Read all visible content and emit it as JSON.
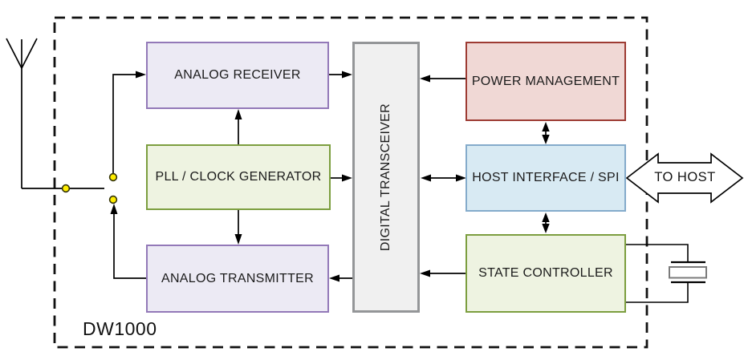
{
  "diagram": {
    "chip_label": "DW1000",
    "blocks": {
      "analog_receiver": {
        "label": "ANALOG RECEIVER",
        "fill": "#ECEAF4",
        "border": "#9379B8"
      },
      "pll_clock_generator": {
        "label": "PLL / CLOCK GENERATOR",
        "fill": "#EEF3E1",
        "border": "#7C9E3F"
      },
      "analog_transmitter": {
        "label": "ANALOG TRANSMITTER",
        "fill": "#ECEAF4",
        "border": "#9379B8"
      },
      "digital_transceiver": {
        "label": "DIGITAL TRANSCEIVER",
        "fill": "#F0F0F0",
        "border": "#949698"
      },
      "power_management": {
        "label": "POWER MANAGEMENT",
        "fill": "#F0D8D5",
        "border": "#9D3B33"
      },
      "host_interface_spi": {
        "label": "HOST INTERFACE / SPI",
        "fill": "#D8EAF3",
        "border": "#84ABCB"
      },
      "state_controller": {
        "label": "STATE CONTROLLER",
        "fill": "#EEF3E1",
        "border": "#7C9E3F"
      }
    },
    "to_host": {
      "label": "TO HOST"
    },
    "icons": {
      "antenna": "antenna-icon",
      "rf_switch": "rf-switch-icon",
      "crystal": "crystal-oscillator-icon"
    },
    "connections": [
      {
        "from": "antenna",
        "to": "rf_switch",
        "type": "wire"
      },
      {
        "from": "rf_switch",
        "to": "analog_receiver",
        "type": "arrow"
      },
      {
        "from": "analog_receiver",
        "to": "digital_transceiver",
        "type": "arrow"
      },
      {
        "from": "pll_clock_generator",
        "to": "analog_receiver",
        "type": "arrow"
      },
      {
        "from": "pll_clock_generator",
        "to": "digital_transceiver",
        "type": "arrow"
      },
      {
        "from": "pll_clock_generator",
        "to": "analog_transmitter",
        "type": "arrow"
      },
      {
        "from": "digital_transceiver",
        "to": "analog_transmitter",
        "type": "arrow"
      },
      {
        "from": "analog_transmitter",
        "to": "rf_switch",
        "type": "arrow"
      },
      {
        "from": "power_management",
        "to": "digital_transceiver",
        "type": "arrow"
      },
      {
        "from": "power_management",
        "to": "host_interface_spi",
        "type": "double-arrow"
      },
      {
        "from": "digital_transceiver",
        "to": "host_interface_spi",
        "type": "double-arrow"
      },
      {
        "from": "host_interface_spi",
        "to": "state_controller",
        "type": "double-arrow"
      },
      {
        "from": "state_controller",
        "to": "digital_transceiver",
        "type": "arrow"
      },
      {
        "from": "state_controller",
        "to": "crystal",
        "type": "wire"
      },
      {
        "from": "host_interface_spi",
        "to": "to_host",
        "type": "double-block-arrow"
      }
    ],
    "colors": {
      "line": "#000000",
      "dashed_boundary": "#111111",
      "switch_node_fill": "#FFED00",
      "switch_node_stroke": "#33330A",
      "crystal_body_stroke": "#7B7B7B",
      "background": "#FFFFFF"
    }
  }
}
